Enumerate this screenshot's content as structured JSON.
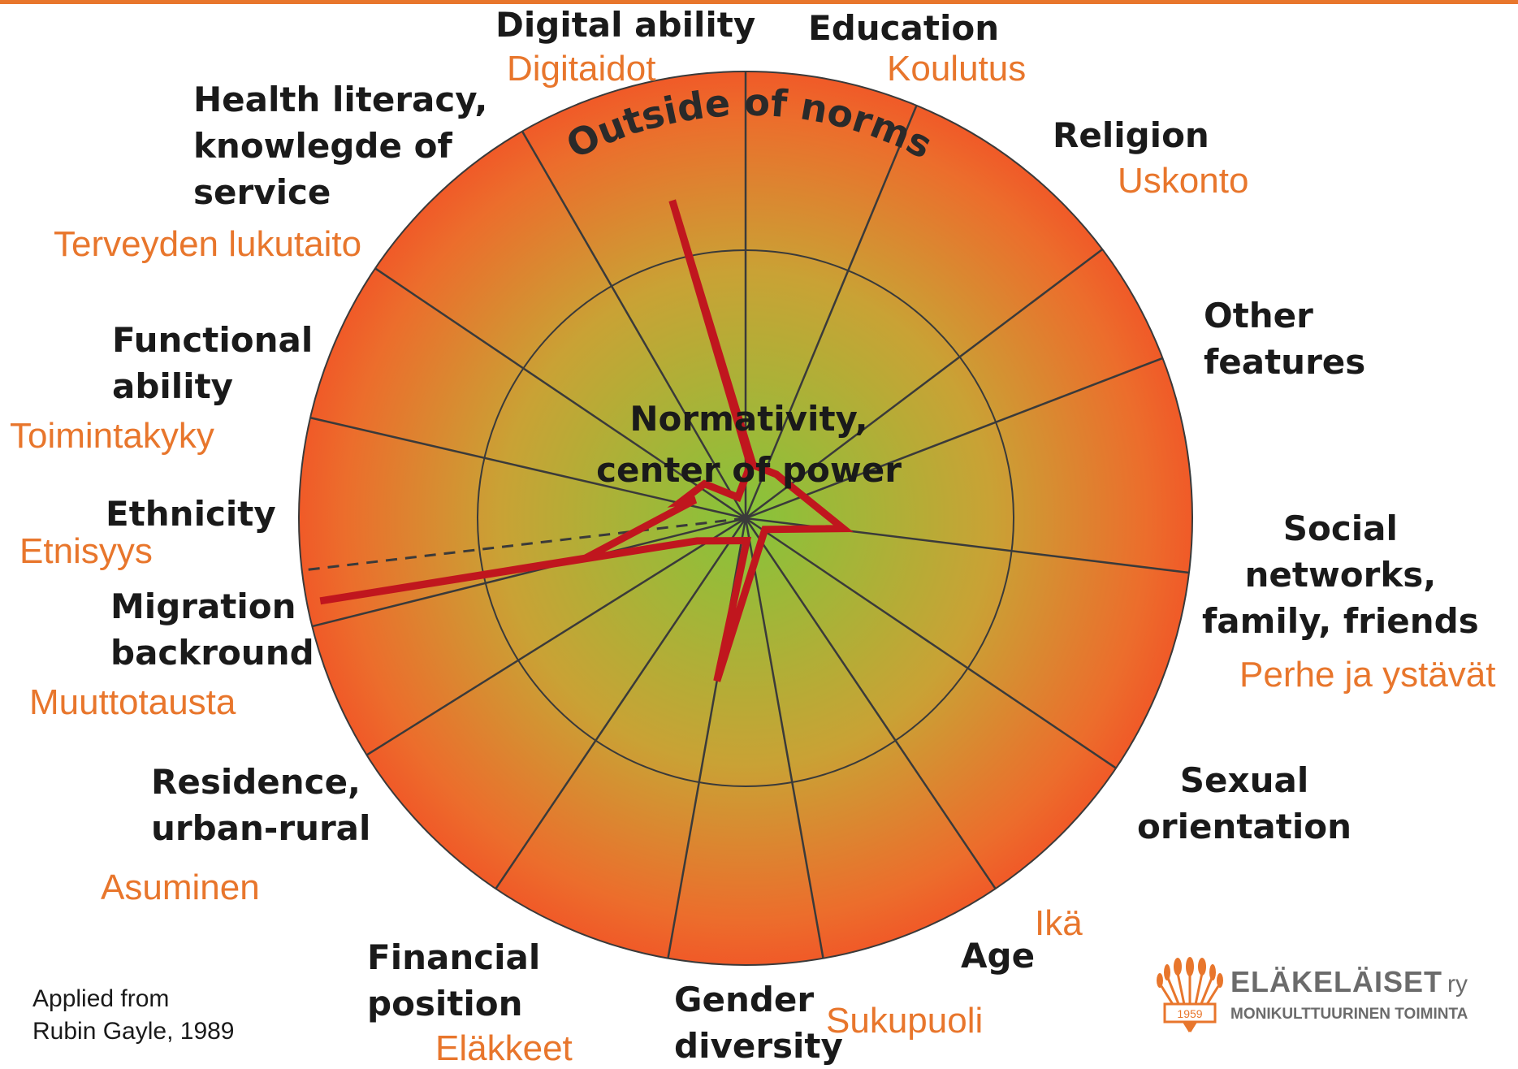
{
  "wheel": {
    "outer_title": "Outside of norms",
    "center_title_line1": "Normativity,",
    "center_title_line2": "center of power",
    "colors": {
      "center": "#86c43a",
      "middle": "#c9a235",
      "edge": "#f05a28",
      "lines": "#3a3a3a",
      "profile": "#c0161e"
    },
    "profile": [
      0.73,
      0.12,
      0.12,
      0.12,
      0.22,
      0.05,
      0.37,
      0.05,
      0.12,
      0.97,
      0.37,
      0.12,
      0.15,
      0.12,
      0.05,
      0.12
    ]
  },
  "labels": [
    {
      "key": "digital",
      "en": "Digital ability",
      "fi": "Digitaidot"
    },
    {
      "key": "education",
      "en": "Education",
      "fi": "Koulutus"
    },
    {
      "key": "religion",
      "en": "Religion",
      "fi": "Uskonto"
    },
    {
      "key": "other",
      "en": "Other\nfeatures",
      "fi": ""
    },
    {
      "key": "social",
      "en": "Social\nnetworks,\nfamily, friends",
      "fi": "Perhe ja ystävät"
    },
    {
      "key": "sexual",
      "en": "Sexual\norientation",
      "fi": ""
    },
    {
      "key": "age",
      "en": "Age",
      "fi": "Ikä"
    },
    {
      "key": "gender",
      "en": "Gender\ndiversity",
      "fi": "Sukupuoli"
    },
    {
      "key": "financial",
      "en": "Financial\nposition",
      "fi": "Eläkkeet"
    },
    {
      "key": "residence",
      "en": "Residence,\nurban-rural",
      "fi": "Asuminen"
    },
    {
      "key": "migration",
      "en": "Migration\nbackround",
      "fi": "Muuttotausta"
    },
    {
      "key": "ethnicity",
      "en": "Ethnicity",
      "fi": "Etnisyys"
    },
    {
      "key": "functional",
      "en": "Functional\nability",
      "fi": "Toimintakyky"
    },
    {
      "key": "health",
      "en": "Health literacy,\nknowlegde of\nservice",
      "fi": "Terveyden lukutaito"
    }
  ],
  "footer": {
    "credit": "Applied from\nRubin Gayle, 1989"
  },
  "logo": {
    "name": "ELÄKELÄISET",
    "suffix": "ry",
    "subtitle": "MONIKULTTUURINEN TOIMINTA",
    "year": "1959",
    "icon": "wheat-sheaf-icon"
  }
}
